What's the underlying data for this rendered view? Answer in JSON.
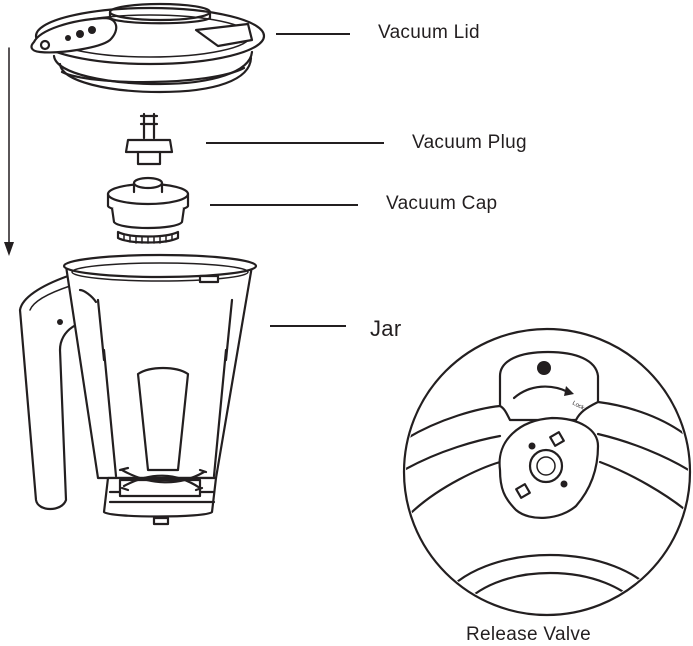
{
  "labels": {
    "vacuum_lid": "Vacuum Lid",
    "vacuum_plug": "Vacuum Plug",
    "vacuum_cap": "Vacuum Cap",
    "jar": "Jar",
    "release_valve": "Release Valve",
    "lock_mark": "Lock"
  }
}
